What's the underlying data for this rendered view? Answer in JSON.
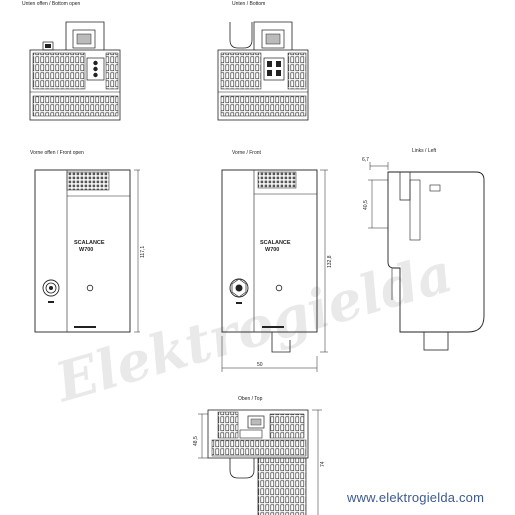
{
  "views": {
    "bottom_open": "Unten offen / Bottom open",
    "bottom": "Unten / Bottom",
    "front_open": "Vorne offen / Front open",
    "front": "Vorne / Front",
    "left": "Links    / Left",
    "top": "Oben / Top"
  },
  "product": {
    "brand": "SCALANCE",
    "model": "W700"
  },
  "dimensions": {
    "front_open_height": "117,1",
    "front_height": "132,8",
    "front_width": "50",
    "left_offset": "6,7",
    "left_height": "40,5",
    "top_height": "48,5",
    "top_depth": "74"
  },
  "watermark": {
    "diagonal_text": "Elektrogielda",
    "url": "www.elektrogielda.com"
  },
  "colors": {
    "line": "#222222",
    "watermark": "#d8d8d8",
    "url": "#3c5a8f"
  }
}
